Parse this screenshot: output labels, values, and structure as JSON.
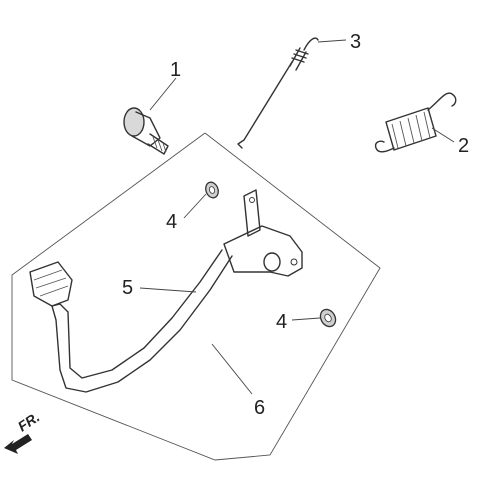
{
  "diagram": {
    "callouts": [
      {
        "id": "1",
        "label": "1"
      },
      {
        "id": "2",
        "label": "2"
      },
      {
        "id": "3",
        "label": "3"
      },
      {
        "id": "4a",
        "label": "4"
      },
      {
        "id": "4b",
        "label": "4"
      },
      {
        "id": "5",
        "label": "5"
      },
      {
        "id": "6",
        "label": "6"
      }
    ],
    "direction_label": "FR."
  }
}
